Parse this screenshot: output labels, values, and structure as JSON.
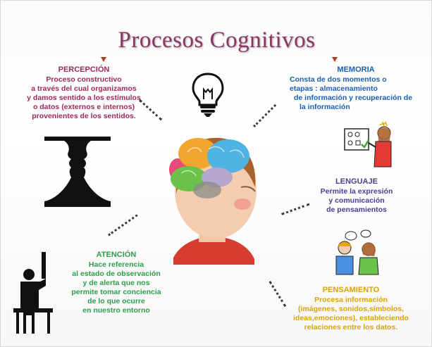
{
  "title": "Procesos Cognitivos",
  "colors": {
    "title": "#8e3566",
    "percepcion": "#a0285d",
    "memoria": "#1a5fb1",
    "lenguaje": "#4b3e8f",
    "atencion": "#2c9e4c",
    "pensamiento": "#d9a20a"
  },
  "percepcion": {
    "heading": "PERCEPCIÓN",
    "lines": [
      "Proceso constructivo",
      "a través del cual organizamos",
      "y damos sentido a los estímulos",
      "o datos (externos e internos)",
      "provenientes de los sentidos."
    ]
  },
  "memoria": {
    "heading": "MEMORIA",
    "lines": [
      "Consta de dos momentos o",
      "etapas : almacenamiento",
      "de información y recuperación de",
      "la información"
    ]
  },
  "lenguaje": {
    "heading": "LENGUAJE",
    "lines": [
      "Permite la expresión",
      "y comunicación",
      "de pensamientos"
    ]
  },
  "atencion": {
    "heading": "ATENCIÓN",
    "lines": [
      "Hace referencia",
      "al estado de observación",
      "y de alerta que nos",
      "permite tomar conciencia",
      "de lo que ocurre",
      "en nuestro entorno"
    ]
  },
  "pensamiento": {
    "heading": "PENSAMIENTO",
    "lines": [
      "Procesa información",
      "(imágenes, sonidos,símbolos,",
      "ideas,emociones), estableciendo",
      "relaciones entre los datos."
    ]
  },
  "icons": [
    "lightbulb-icon",
    "face-vase-illusion-icon",
    "child-reading-cards-icon",
    "children-talking-icon",
    "student-raising-hand-icon",
    "child-head-brain-illustration"
  ]
}
